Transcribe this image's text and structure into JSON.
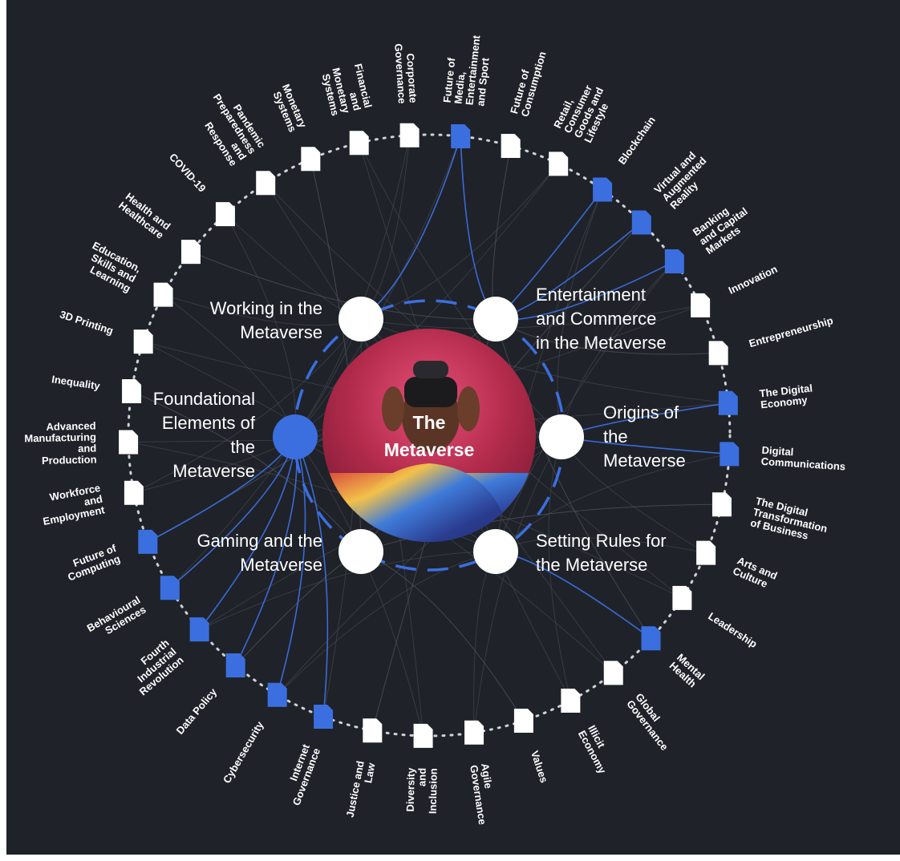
{
  "center": {
    "title_lines": [
      "The",
      "Metaverse"
    ],
    "photo": "person-wearing-vr-headset-photo"
  },
  "colors": {
    "background": "#1f2228",
    "accent": "#3b6fe0",
    "node": "#ffffff",
    "link": "#4d5058"
  },
  "hubs": [
    {
      "id": "working",
      "lines": [
        "Working in the",
        "Metaverse"
      ],
      "highlighted": false
    },
    {
      "id": "entertainment",
      "lines": [
        "Entertainment",
        "and Commerce",
        "in the Metaverse"
      ],
      "highlighted": false
    },
    {
      "id": "foundational",
      "lines": [
        "Foundational",
        "Elements of",
        "the",
        "Metaverse"
      ],
      "highlighted": true
    },
    {
      "id": "origins",
      "lines": [
        "Origins of",
        "the",
        "Metaverse"
      ],
      "highlighted": false
    },
    {
      "id": "gaming",
      "lines": [
        "Gaming and the",
        "Metaverse"
      ],
      "highlighted": false
    },
    {
      "id": "rules",
      "lines": [
        "Setting Rules for",
        "the Metaverse"
      ],
      "highlighted": false
    }
  ],
  "topics": [
    {
      "lines": [
        "Future of",
        "Media,",
        "Entertainment",
        "and Sport"
      ],
      "highlighted": true
    },
    {
      "lines": [
        "Future of",
        "Consumption"
      ],
      "highlighted": false
    },
    {
      "lines": [
        "Retail,",
        "Consumer",
        "Goods and",
        "Lifestyle"
      ],
      "highlighted": false
    },
    {
      "lines": [
        "Blockchain"
      ],
      "highlighted": true
    },
    {
      "lines": [
        "Virtual and",
        "Augmented",
        "Reality"
      ],
      "highlighted": true
    },
    {
      "lines": [
        "Banking",
        "and Capital",
        "Markets"
      ],
      "highlighted": true
    },
    {
      "lines": [
        "Innovation"
      ],
      "highlighted": false
    },
    {
      "lines": [
        "Entrepreneurship"
      ],
      "highlighted": false
    },
    {
      "lines": [
        "The Digital",
        "Economy"
      ],
      "highlighted": true
    },
    {
      "lines": [
        "Digital",
        "Communications"
      ],
      "highlighted": true
    },
    {
      "lines": [
        "The Digital",
        "Transformation",
        "of Business"
      ],
      "highlighted": false
    },
    {
      "lines": [
        "Arts and",
        "Culture"
      ],
      "highlighted": false
    },
    {
      "lines": [
        "Leadership"
      ],
      "highlighted": false
    },
    {
      "lines": [
        "Mental",
        "Health"
      ],
      "highlighted": true
    },
    {
      "lines": [
        "Global",
        "Governance"
      ],
      "highlighted": false
    },
    {
      "lines": [
        "Illicit",
        "Economy"
      ],
      "highlighted": false
    },
    {
      "lines": [
        "Values"
      ],
      "highlighted": false
    },
    {
      "lines": [
        "Agile",
        "Governance"
      ],
      "highlighted": false
    },
    {
      "lines": [
        "Diversity",
        "and",
        "Inclusion"
      ],
      "highlighted": false
    },
    {
      "lines": [
        "Justice and",
        "Law"
      ],
      "highlighted": false
    },
    {
      "lines": [
        "Internet",
        "Governance"
      ],
      "highlighted": true
    },
    {
      "lines": [
        "Cybersecurity"
      ],
      "highlighted": true
    },
    {
      "lines": [
        "Data Policy"
      ],
      "highlighted": true
    },
    {
      "lines": [
        "Fourth",
        "Industrial",
        "Revolution"
      ],
      "highlighted": true
    },
    {
      "lines": [
        "Behavioural",
        "Sciences"
      ],
      "highlighted": true
    },
    {
      "lines": [
        "Future of",
        "Computing"
      ],
      "highlighted": true
    },
    {
      "lines": [
        "Workforce",
        "and",
        "Employment"
      ],
      "highlighted": false
    },
    {
      "lines": [
        "Advanced",
        "Manufacturing",
        "and",
        "Production"
      ],
      "highlighted": false
    },
    {
      "lines": [
        "Inequality"
      ],
      "highlighted": false
    },
    {
      "lines": [
        "3D Printing"
      ],
      "highlighted": false
    },
    {
      "lines": [
        "Education,",
        "Skills and",
        "Learning"
      ],
      "highlighted": false
    },
    {
      "lines": [
        "Health and",
        "Healthcare"
      ],
      "highlighted": false
    },
    {
      "lines": [
        "COVID-19"
      ],
      "highlighted": false
    },
    {
      "lines": [
        "Pandemic",
        "Preparedness",
        "and",
        "Response"
      ],
      "highlighted": false
    },
    {
      "lines": [
        "Monetary",
        "Systems"
      ],
      "highlighted": false
    },
    {
      "lines": [
        "Financial",
        "and",
        "Monetary",
        "Systems"
      ],
      "highlighted": false
    },
    {
      "lines": [
        "Corporate",
        "Governance"
      ],
      "highlighted": false
    }
  ]
}
